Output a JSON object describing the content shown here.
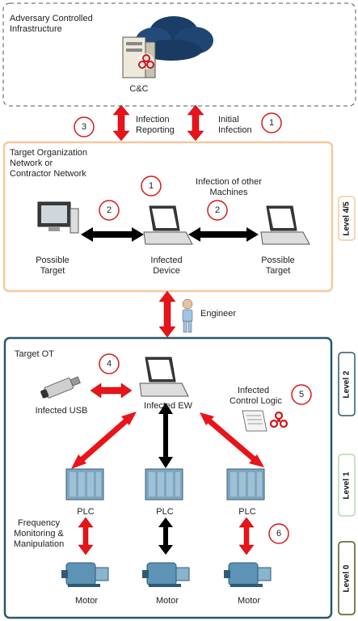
{
  "colors": {
    "red_arrow": "#e8141a",
    "black_arrow": "#000000",
    "org_border": "#f5c89e",
    "ot_border": "#2b5866",
    "number_circle": "#d81a1a",
    "adversary_border": "#555555"
  },
  "adversary": {
    "label_line1": "Adversary Controlled",
    "label_line2": "Infrastructure",
    "server_label": "C&C"
  },
  "links": {
    "infection_reporting_1": "Infection",
    "infection_reporting_2": "Reporting",
    "initial_infection_1": "Initial",
    "initial_infection_2": "Infection"
  },
  "org": {
    "title_line1": "Target Organization",
    "title_line2": "Network or",
    "title_line3": "Contractor Network",
    "infection_other_1": "Infection of other",
    "infection_other_2": "Machines",
    "possible_target_left_1": "Possible",
    "possible_target_left_2": "Target",
    "infected_device_1": "Infected",
    "infected_device_2": "Device",
    "possible_target_right_1": "Possible",
    "possible_target_right_2": "Target"
  },
  "engineer": "Engineer",
  "ot": {
    "title": "Target OT",
    "infected_usb": "Infected USB",
    "infected_ew": "Infected EW",
    "infected_logic_1": "Infected",
    "infected_logic_2": "Control Logic",
    "plc": "PLC",
    "freq_1": "Frequency",
    "freq_2": "Monitoring &",
    "freq_3": "Manipulation",
    "motor": "Motor"
  },
  "numbers": {
    "n1": "1",
    "n2": "2",
    "n3": "3",
    "n4": "4",
    "n5": "5",
    "n6": "6"
  },
  "levels": {
    "l45": "Level 4/5",
    "l2": "Level 2",
    "l1": "Level 1",
    "l0": "Level 0"
  }
}
